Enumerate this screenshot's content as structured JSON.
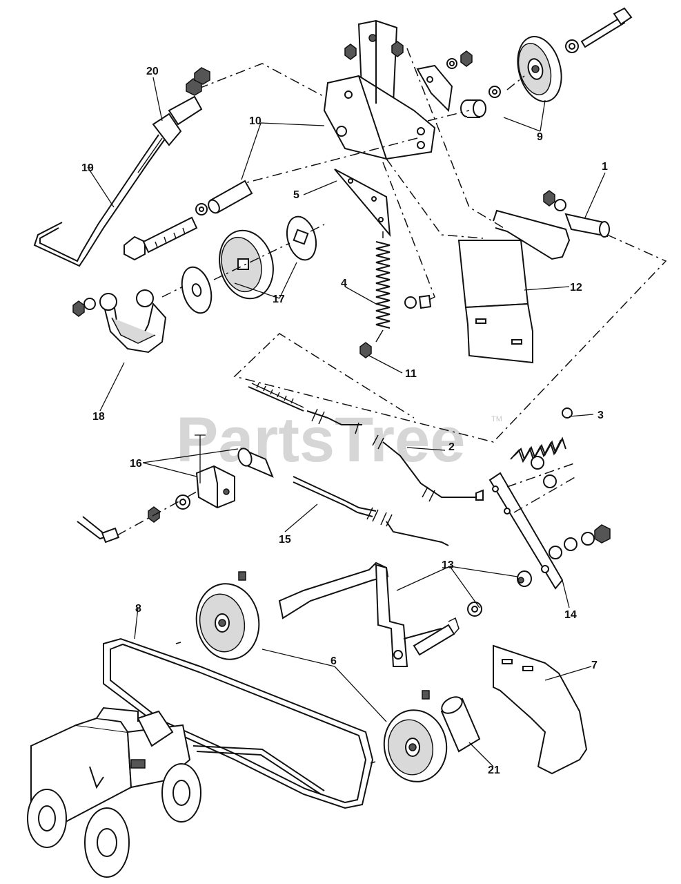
{
  "watermark": {
    "text": "PartsTree",
    "trademark": "TM"
  },
  "callouts": [
    {
      "id": "1",
      "label": "1"
    },
    {
      "id": "2",
      "label": "2"
    },
    {
      "id": "3",
      "label": "3"
    },
    {
      "id": "4",
      "label": "4"
    },
    {
      "id": "5",
      "label": "5"
    },
    {
      "id": "6",
      "label": "6"
    },
    {
      "id": "7",
      "label": "7"
    },
    {
      "id": "8",
      "label": "8"
    },
    {
      "id": "9",
      "label": "9"
    },
    {
      "id": "10",
      "label": "10"
    },
    {
      "id": "11",
      "label": "11"
    },
    {
      "id": "12",
      "label": "12"
    },
    {
      "id": "13",
      "label": "13"
    },
    {
      "id": "14",
      "label": "14"
    },
    {
      "id": "15",
      "label": "15"
    },
    {
      "id": "16",
      "label": "16"
    },
    {
      "id": "17",
      "label": "17"
    },
    {
      "id": "18",
      "label": "18"
    },
    {
      "id": "19",
      "label": "19"
    },
    {
      "id": "20",
      "label": "20"
    },
    {
      "id": "21",
      "label": "21"
    }
  ]
}
